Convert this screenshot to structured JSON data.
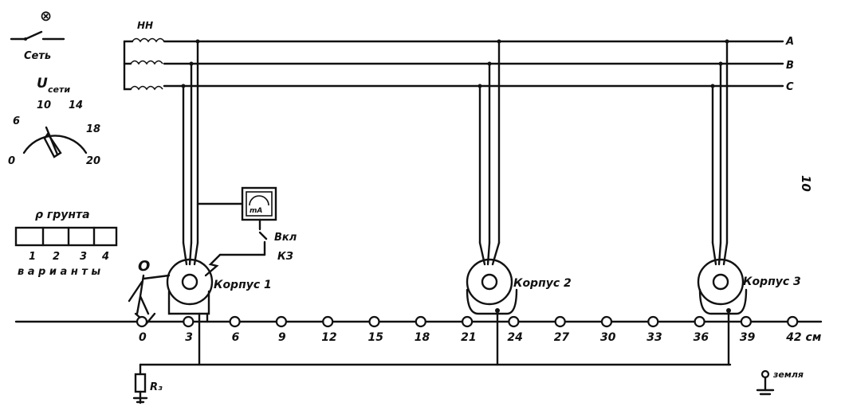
{
  "switch": {
    "label": "Сеть",
    "symbol": "⊗"
  },
  "voltmeter": {
    "title": "U",
    "title_sub": "сети",
    "scale": [
      "0",
      "6",
      "10",
      "14",
      "18",
      "20"
    ]
  },
  "soil": {
    "title": "ρ грунта",
    "cells": [
      "1",
      "2",
      "3",
      "4"
    ],
    "caption": "в а р и а н т ы"
  },
  "transformer": {
    "label": "НН"
  },
  "phases": [
    "A",
    "B",
    "C"
  ],
  "ammeter": {
    "label": "mA"
  },
  "short_circuit": {
    "label_top": "Вкл",
    "label_bottom": "КЗ"
  },
  "housings": [
    "Корпус 1",
    "Корпус 2",
    "Корпус 3"
  ],
  "ground_points": [
    "0",
    "3",
    "6",
    "9",
    "12",
    "15",
    "18",
    "21",
    "24",
    "27",
    "30",
    "33",
    "36",
    "39",
    "42 см"
  ],
  "ground_resistor": {
    "label": "R₃"
  },
  "earth": {
    "label": "земля"
  },
  "page_number": "10",
  "person": {
    "label": "О"
  }
}
